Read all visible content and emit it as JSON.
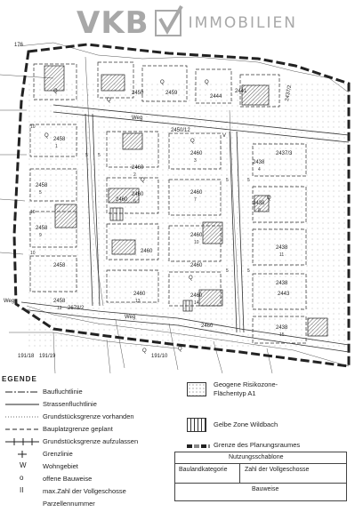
{
  "brand": {
    "logo_text": "VKB",
    "logo_subtext": "IMMOBILIEN",
    "color": "#a8a8a8"
  },
  "map": {
    "roads": {
      "weg_north": "Weg",
      "road_mid": "2450/12",
      "road_mid_v": "V",
      "road_south": "2678/2",
      "weg_south": "Weg",
      "weg_west": "Weg"
    },
    "parcels": [
      "176",
      "2450",
      "2459",
      "2444",
      "2441",
      "2437/2",
      "2458",
      "2460",
      "2460",
      "2438",
      "2437/3",
      "2458",
      "2460",
      "2460",
      "2438",
      "2458",
      "2460",
      "2460",
      "2438",
      "2458",
      "2460",
      "2460",
      "2438",
      "2458",
      "2460",
      "2460",
      "2443",
      "2460",
      "2438",
      "191/18",
      "191/19",
      "191/10"
    ],
    "lot_numbers": [
      "1",
      "2",
      "3",
      "4",
      "5",
      "6",
      "7",
      "8",
      "9",
      "10",
      "11",
      "12",
      "13",
      "14",
      "15"
    ],
    "zone_letters": [
      "Q",
      "Q",
      "Q",
      "Q",
      "Q",
      "Q",
      "Q",
      "Q",
      "Q",
      "Q",
      "Q"
    ],
    "dim_values": [
      "10",
      "5",
      "5",
      "10",
      "5",
      "5",
      "10",
      "5",
      "5"
    ]
  },
  "legend": {
    "title": "EGENDE",
    "items": [
      {
        "symbol": "dash-dot",
        "label": "Baufluchtlinie"
      },
      {
        "symbol": "solid",
        "label": "Strassenfluchtlinie"
      },
      {
        "symbol": "dotted",
        "label": "Grundstücksgrenze vorhanden"
      },
      {
        "symbol": "dashed",
        "label": "Bauplatzgrenze geplant"
      },
      {
        "symbol": "ticked",
        "label": "Grundstücksgrenze aufzulassen"
      },
      {
        "symbol": "cross",
        "label": "Grenzlinie"
      },
      {
        "symbol": "W",
        "label": "Wohngebiet"
      },
      {
        "symbol": "o",
        "label": "offene Bauweise"
      },
      {
        "symbol": "II",
        "label": "max.Zahl der Vollgeschosse"
      },
      {
        "symbol": "",
        "label": "Parzellennummer"
      }
    ],
    "right_items": [
      {
        "label1": "Geogene Risikozone-",
        "label2": "Flächentyp A1"
      },
      {
        "label1": "Gelbe Zone Wildbach",
        "label2": ""
      },
      {
        "label1": "Grenze des Planungsraumes",
        "label2": ""
      }
    ],
    "template": {
      "title": "Nutzungsschablone",
      "col1": "Baulandkategorie",
      "col2": "Zahl der Vollgeschosse",
      "row2": "Bauweise"
    }
  }
}
